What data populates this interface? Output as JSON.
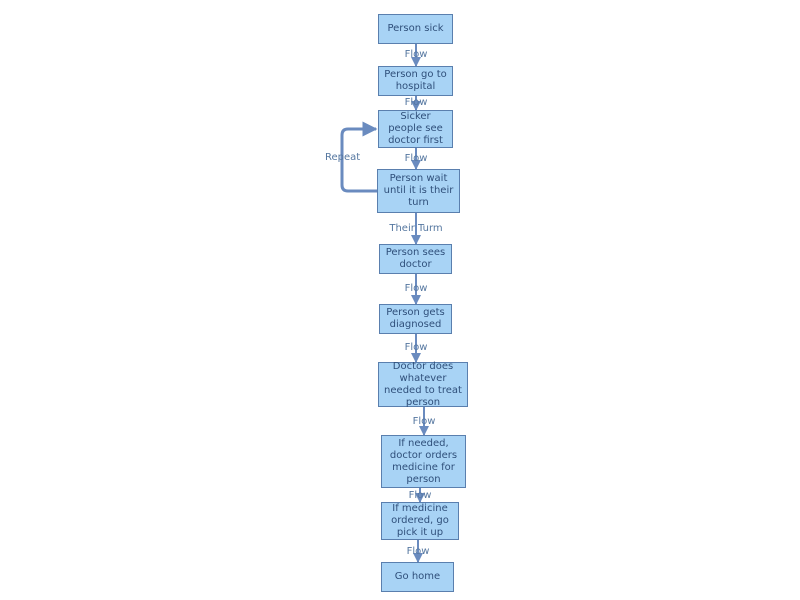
{
  "colors": {
    "box_fill": "#a8d3f5",
    "box_border": "#5a7fae",
    "connector": "#6a8bbf",
    "text": "#2f4f7a",
    "label": "#5577a0"
  },
  "nodes": [
    {
      "id": "person-sick",
      "text": "Person sick"
    },
    {
      "id": "go-to-hospital",
      "text": "Person go to hospital"
    },
    {
      "id": "sicker-first",
      "text": "Sicker people see doctor first"
    },
    {
      "id": "wait-turn",
      "text": "Person wait until it is their turn"
    },
    {
      "id": "sees-doctor",
      "text": "Person sees doctor"
    },
    {
      "id": "gets-diagnosed",
      "text": "Person gets diagnosed"
    },
    {
      "id": "doctor-treats",
      "text": "Doctor does whatever needed to treat person"
    },
    {
      "id": "orders-medicine",
      "text": "If needed, doctor orders medicine for person"
    },
    {
      "id": "pick-up",
      "text": "If medicine ordered, go pick it up"
    },
    {
      "id": "go-home",
      "text": "Go home"
    }
  ],
  "edges": [
    {
      "from": "person-sick",
      "to": "go-to-hospital",
      "label": "Flow"
    },
    {
      "from": "go-to-hospital",
      "to": "sicker-first",
      "label": "Flow"
    },
    {
      "from": "sicker-first",
      "to": "wait-turn",
      "label": "Flow"
    },
    {
      "from": "wait-turn",
      "to": "sees-doctor",
      "label": "Their Turm"
    },
    {
      "from": "sees-doctor",
      "to": "gets-diagnosed",
      "label": "Flow"
    },
    {
      "from": "gets-diagnosed",
      "to": "doctor-treats",
      "label": "Flow"
    },
    {
      "from": "doctor-treats",
      "to": "orders-medicine",
      "label": "Flow"
    },
    {
      "from": "orders-medicine",
      "to": "pick-up",
      "label": "Flow"
    },
    {
      "from": "pick-up",
      "to": "go-home",
      "label": "Flow"
    }
  ],
  "loop": {
    "from": "wait-turn",
    "to": "sicker-first",
    "label": "Repeat"
  }
}
